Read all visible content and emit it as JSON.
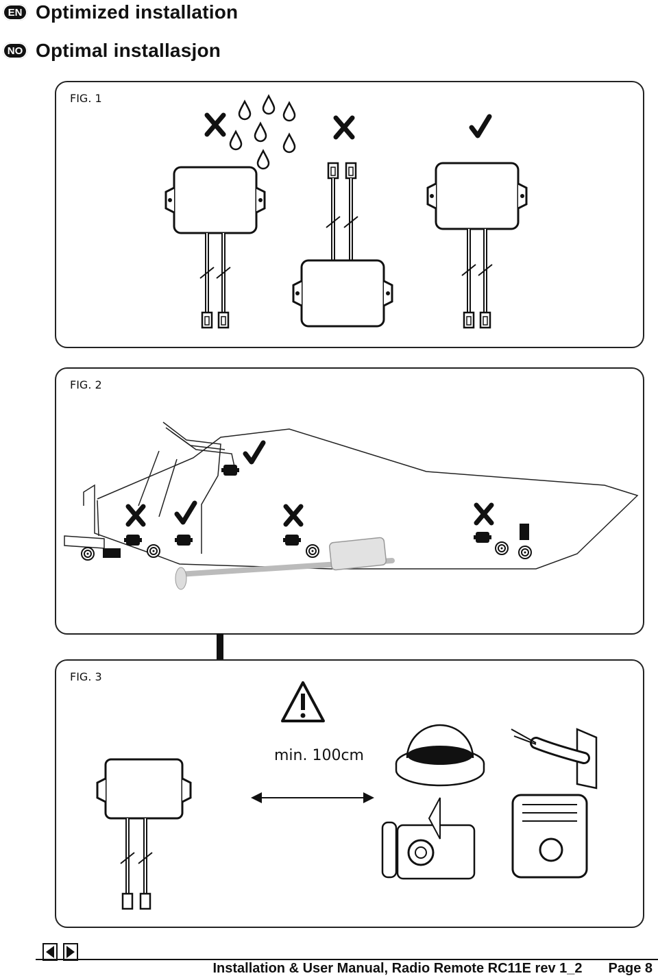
{
  "header": {
    "en_badge": "EN",
    "en_title": "Optimized installation",
    "no_badge": "NO",
    "no_title": "Optimal installasjon"
  },
  "figures": {
    "fig1": {
      "label": "FIG. 1",
      "marks": [
        "cross",
        "cross",
        "check"
      ]
    },
    "fig2": {
      "label": "FIG. 2",
      "marks": [
        "check",
        "cross",
        "check",
        "cross",
        "cross"
      ]
    },
    "fig3": {
      "label": "FIG. 3",
      "distance_label": "min. 100cm"
    }
  },
  "footer": {
    "manual_title": "Installation & User Manual, Radio Remote RC11E rev 1_2",
    "page_label": "Page 8",
    "prev_icon": "triangle-left-icon",
    "next_icon": "triangle-right-icon"
  }
}
